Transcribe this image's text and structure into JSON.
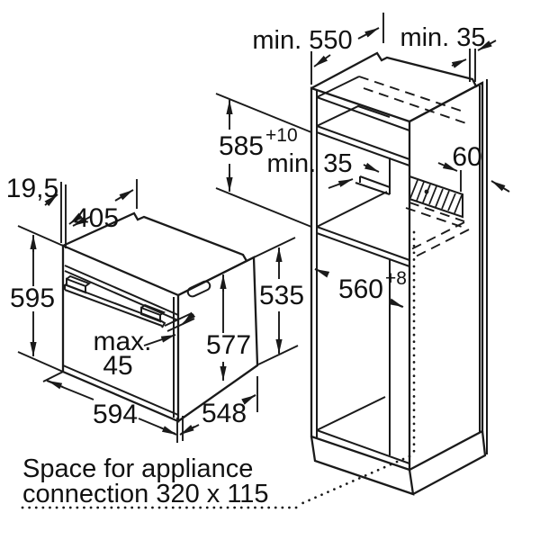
{
  "caption": {
    "line1": "Space for appliance",
    "line2": "connection 320 x 115"
  },
  "oven_dims": {
    "door_front_offset": "19,5",
    "top_depth": "405",
    "front_height": "595",
    "handle_max_label": "max.",
    "handle_max_value": "45",
    "front_width": "594",
    "bottom_depth": "548",
    "side_height_front": "577",
    "side_height_rear": "535"
  },
  "cabinet_dims": {
    "min_depth": "min. 550",
    "rear_wall_gap": "min. 35",
    "niche_height": "585",
    "niche_height_tolerance": "+10",
    "shelf_rear_gap": "min. 35",
    "vent_strip_depth": "60",
    "niche_width": "560",
    "niche_width_tolerance": "+8"
  },
  "colors": {
    "line": "#1a1a1a",
    "background": "#ffffff"
  }
}
